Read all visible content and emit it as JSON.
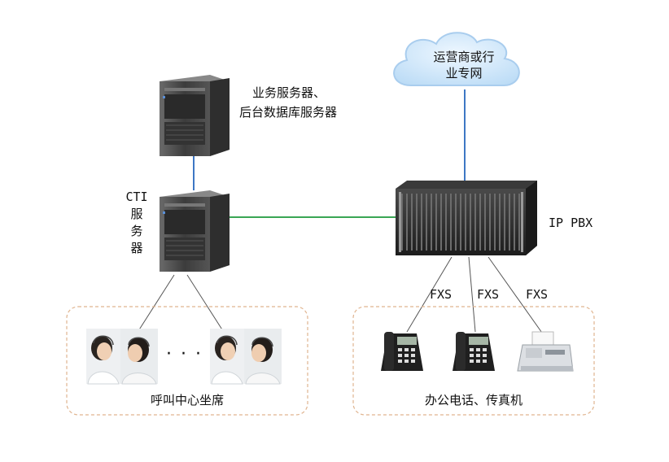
{
  "nodes": {
    "cloud": {
      "line1": "运营商或行",
      "line2": "业专网"
    },
    "business_server": {
      "line1": "业务服务器、",
      "line2": "后台数据库服务器"
    },
    "cti_server": {
      "line1": "CTI",
      "line2": "服",
      "line3": "务",
      "line4": "器"
    },
    "pbx": {
      "label": "IP PBX"
    },
    "call_center": {
      "label": "呼叫中心坐席",
      "dots": "· · ·"
    },
    "office": {
      "label": "办公电话、传真机"
    }
  },
  "links": {
    "fxs_1": "FXS",
    "fxs_2": "FXS",
    "fxs_3": "FXS"
  },
  "colors": {
    "blue_link": "#3d77c4",
    "green_link": "#3aa655",
    "group_border": "#e0b48f",
    "cloud_fill": "#cfe6fb"
  }
}
